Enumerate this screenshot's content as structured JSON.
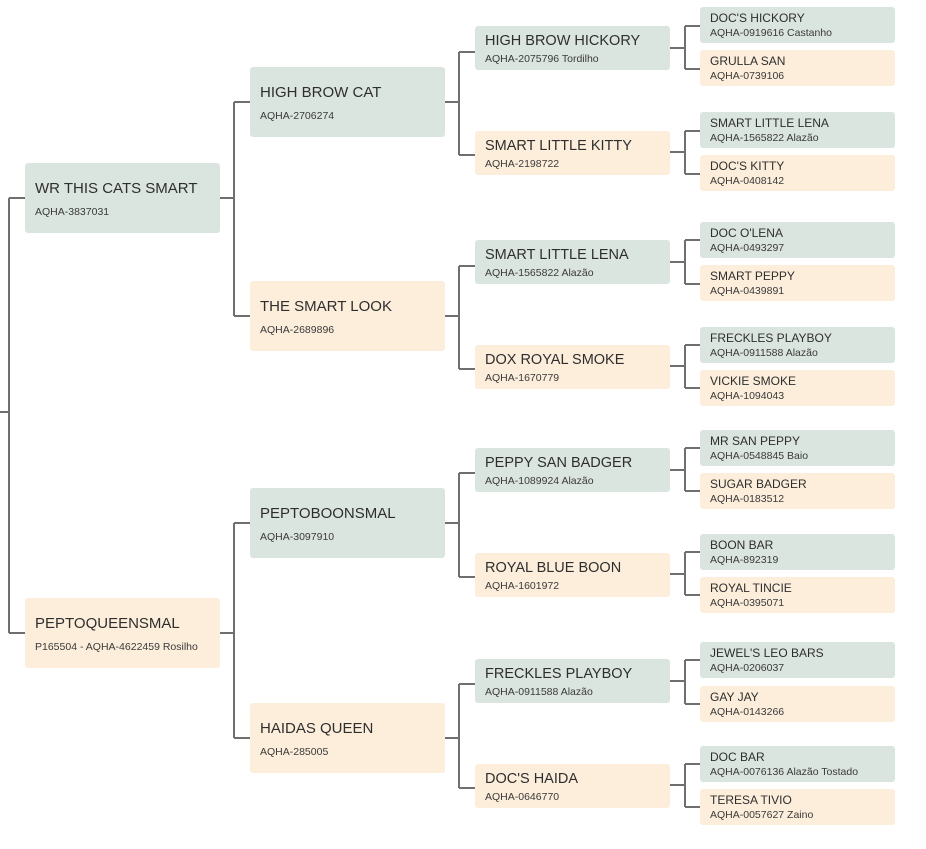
{
  "pedigree": {
    "sire": {
      "name": "WR THIS CATS SMART",
      "reg": "AQHA-3837031",
      "sire": {
        "name": "HIGH BROW CAT",
        "reg": "AQHA-2706274",
        "sire": {
          "name": "HIGH BROW HICKORY",
          "reg": "AQHA-2075796 Tordilho",
          "sire": {
            "name": "DOC'S HICKORY",
            "reg": "AQHA-0919616 Castanho"
          },
          "dam": {
            "name": "GRULLA SAN",
            "reg": "AQHA-0739106"
          }
        },
        "dam": {
          "name": "SMART LITTLE KITTY",
          "reg": "AQHA-2198722",
          "sire": {
            "name": "SMART LITTLE LENA",
            "reg": "AQHA-1565822 Alazão"
          },
          "dam": {
            "name": "DOC'S KITTY",
            "reg": "AQHA-0408142"
          }
        }
      },
      "dam": {
        "name": "THE SMART LOOK",
        "reg": "AQHA-2689896",
        "sire": {
          "name": "SMART LITTLE LENA",
          "reg": "AQHA-1565822 Alazão",
          "sire": {
            "name": "DOC O'LENA",
            "reg": "AQHA-0493297"
          },
          "dam": {
            "name": "SMART PEPPY",
            "reg": "AQHA-0439891"
          }
        },
        "dam": {
          "name": "DOX ROYAL SMOKE",
          "reg": "AQHA-1670779",
          "sire": {
            "name": "FRECKLES PLAYBOY",
            "reg": "AQHA-0911588 Alazão"
          },
          "dam": {
            "name": "VICKIE SMOKE",
            "reg": "AQHA-1094043"
          }
        }
      }
    },
    "dam": {
      "name": "PEPTOQUEENSMAL",
      "reg": "P165504 - AQHA-4622459 Rosilho",
      "sire": {
        "name": "PEPTOBOONSMAL",
        "reg": "AQHA-3097910",
        "sire": {
          "name": "PEPPY SAN BADGER",
          "reg": "AQHA-1089924 Alazão",
          "sire": {
            "name": "MR SAN PEPPY",
            "reg": "AQHA-0548845 Baio"
          },
          "dam": {
            "name": "SUGAR BADGER",
            "reg": "AQHA-0183512"
          }
        },
        "dam": {
          "name": "ROYAL BLUE BOON",
          "reg": "AQHA-1601972",
          "sire": {
            "name": "BOON BAR",
            "reg": "AQHA-892319"
          },
          "dam": {
            "name": "ROYAL TINCIE",
            "reg": "AQHA-0395071"
          }
        }
      },
      "dam": {
        "name": "HAIDAS QUEEN",
        "reg": "AQHA-285005",
        "sire": {
          "name": "FRECKLES PLAYBOY",
          "reg": "AQHA-0911588 Alazão",
          "sire": {
            "name": "JEWEL'S LEO BARS",
            "reg": "AQHA-0206037"
          },
          "dam": {
            "name": "GAY JAY",
            "reg": "AQHA-0143266"
          }
        },
        "dam": {
          "name": "DOC'S HAIDA",
          "reg": "AQHA-0646770",
          "sire": {
            "name": "DOC BAR",
            "reg": "AQHA-0076136 Alazão Tostado"
          },
          "dam": {
            "name": "TERESA TIVIO",
            "reg": "AQHA-0057627 Zaino"
          }
        }
      }
    }
  },
  "colors": {
    "sire_box": "#dbe5df",
    "dam_box": "#fdeedb",
    "connector": "#6f6f6f"
  }
}
